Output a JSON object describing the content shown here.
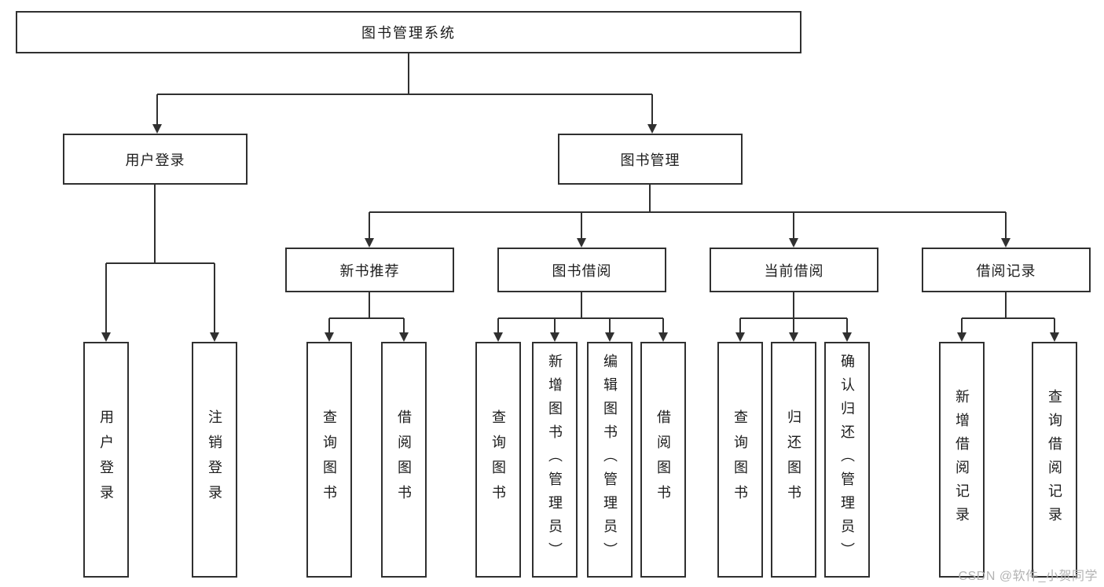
{
  "tree": {
    "root": {
      "label": "图书管理系统"
    },
    "branches": [
      {
        "label": "用户登录",
        "children": [
          {
            "label": "用户登录"
          },
          {
            "label": "注销登录"
          }
        ]
      },
      {
        "label": "图书管理",
        "children": [
          {
            "label": "新书推荐",
            "children": [
              {
                "label": "查询图书"
              },
              {
                "label": "借阅图书"
              }
            ]
          },
          {
            "label": "图书借阅",
            "children": [
              {
                "label": "查询图书"
              },
              {
                "label": "新增图书（管理员）"
              },
              {
                "label": "编辑图书（管理员）"
              },
              {
                "label": "借阅图书"
              }
            ]
          },
          {
            "label": "当前借阅",
            "children": [
              {
                "label": "查询图书"
              },
              {
                "label": "归还图书"
              },
              {
                "label": "确认归还（管理员）"
              }
            ]
          },
          {
            "label": "借阅记录",
            "children": [
              {
                "label": "新增借阅记录"
              },
              {
                "label": "查询借阅记录"
              }
            ]
          }
        ]
      }
    ]
  },
  "watermark": "CSDN @软件_小贺同学",
  "colors": {
    "line": "#303030",
    "text": "#1c1c1c",
    "background": "#ffffff",
    "watermark": "#b3b3b3"
  }
}
